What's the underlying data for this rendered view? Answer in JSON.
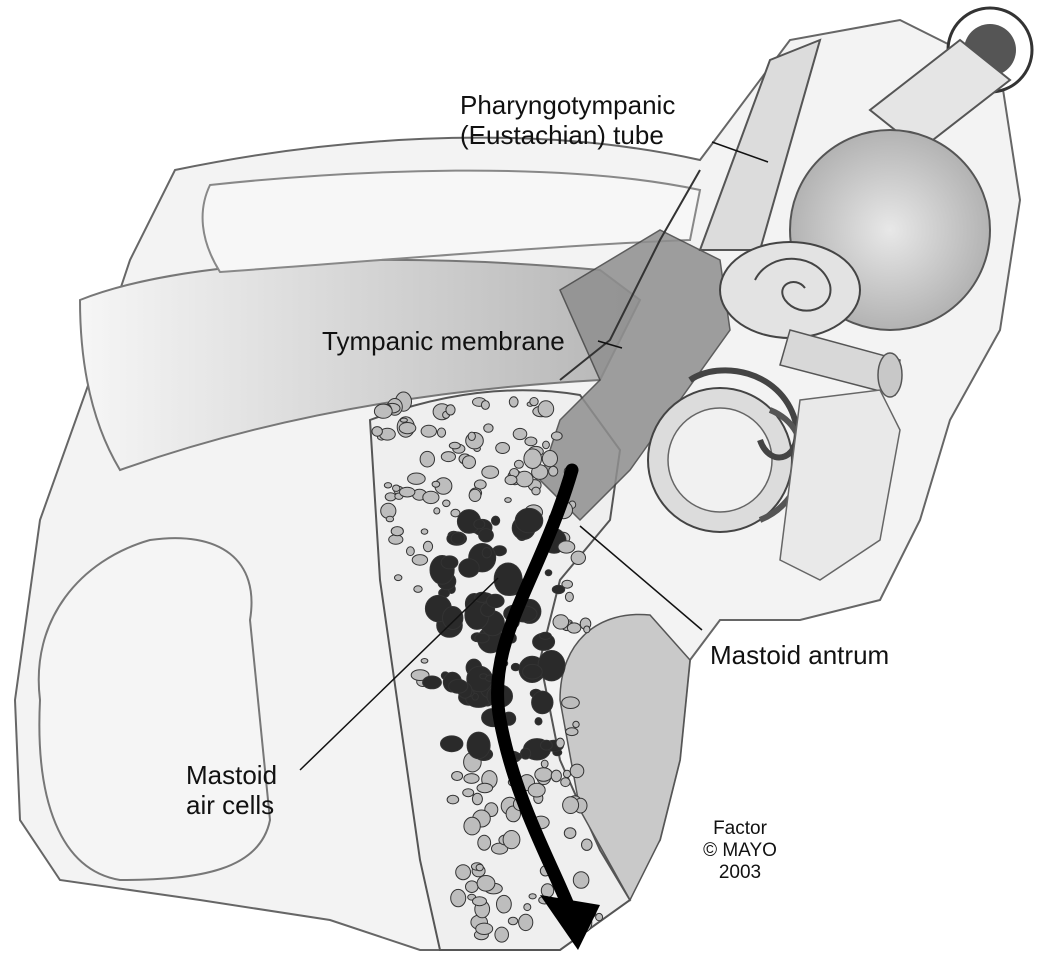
{
  "labels": {
    "eustachian_tube": {
      "line1": "Pharyngotympanic",
      "line2": "(Eustachian) tube"
    },
    "tympanic_membrane": "Tympanic membrane",
    "mastoid_antrum": "Mastoid antrum",
    "mastoid_air_cells": {
      "line1": "Mastoid",
      "line2": "air cells"
    }
  },
  "credit": {
    "artist": "Factor",
    "copyright": "© MAYO",
    "year": "2003"
  },
  "colors": {
    "ink": "#111111",
    "outline": "#555555",
    "bone_fill": "#f2f2f2",
    "canal_fill": "#d6d6d6",
    "shadow_fill": "#9a9a9a",
    "air_cell_fill": "#2a2a2a"
  }
}
